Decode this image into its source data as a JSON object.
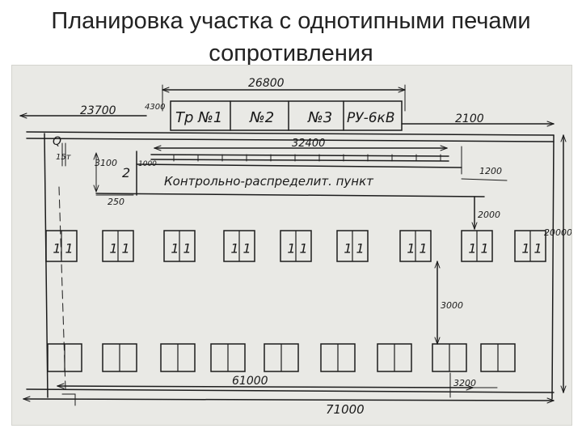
{
  "title": {
    "line1": "Планировка участка с однотипными печами",
    "line2": "сопротивления"
  },
  "drawing": {
    "dim_top_total": "26800",
    "dim_left": "23700",
    "dim_small_top": "4300",
    "header_cells": [
      "Тр №1",
      "№2",
      "№3",
      "РУ-6кВ"
    ],
    "dim_right_top": "2100",
    "dim_inner": "32400",
    "dim_height_left": "3100",
    "zone_label": "2",
    "dim_small_1000": "1000",
    "control_label": "Контрольно-распределит. пункт",
    "dim_1200": "1200",
    "dim_250": "250",
    "crane_q": "Q",
    "crane_t": "15т",
    "dim_2000": "2000",
    "dim_height_right": "20000",
    "furnace_mark": "1",
    "dim_3000": "3000",
    "dim_bottom_inner": "61000",
    "dim_3200": "3200",
    "dim_bottom_total": "71000"
  }
}
